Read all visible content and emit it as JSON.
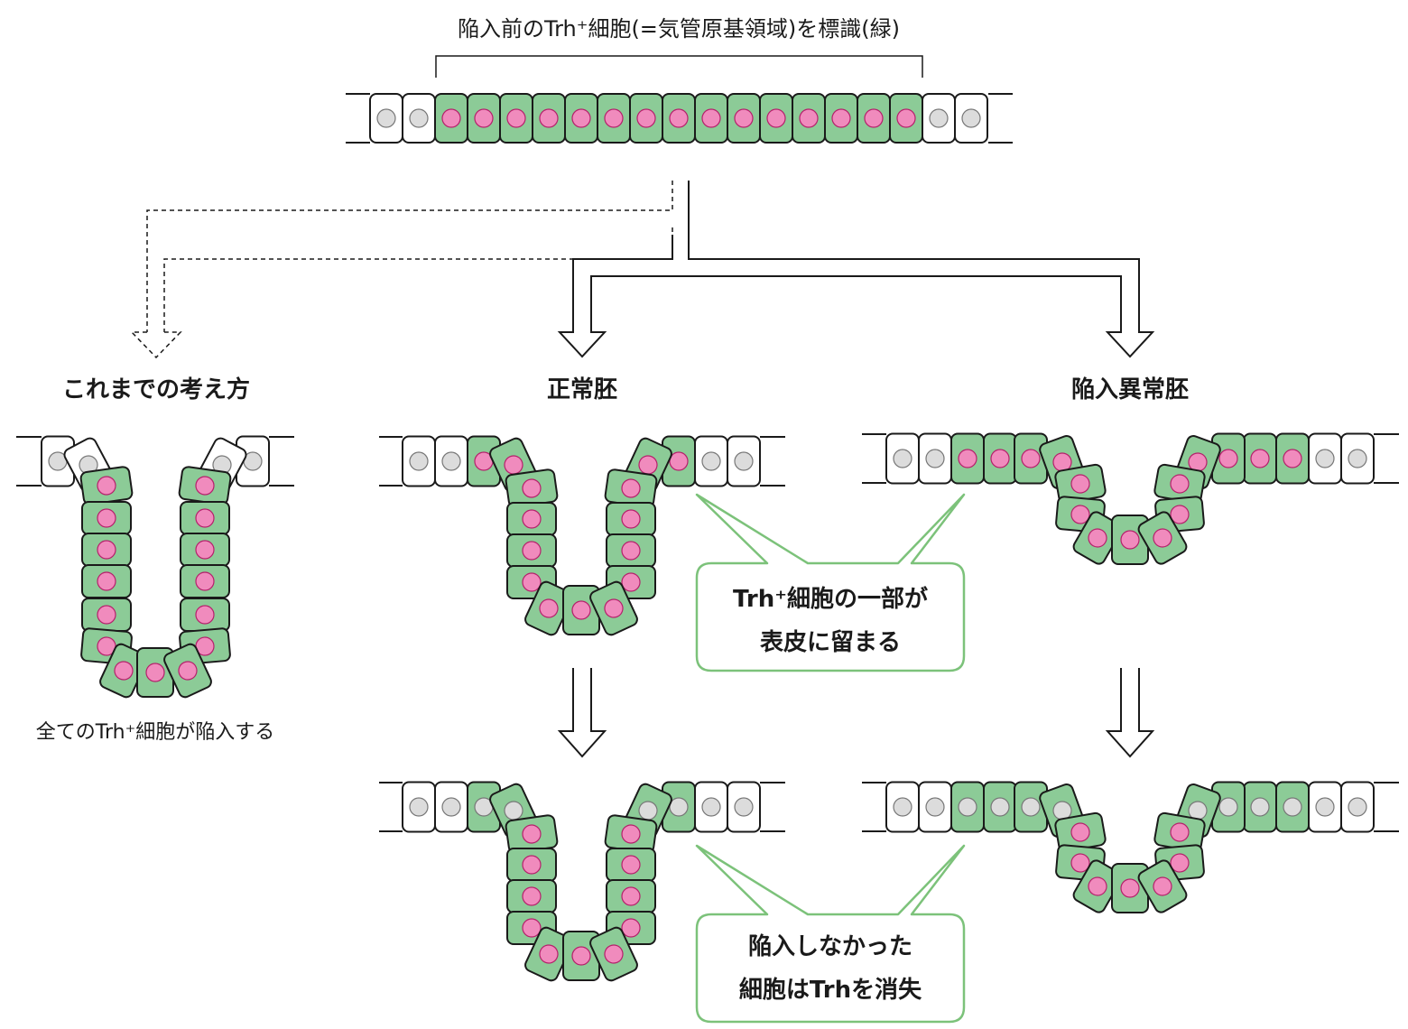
{
  "top_label": "陥入前のTrh⁺細胞(=気管原基領域)を標識(緑)",
  "columns": {
    "previous_view": "これまでの考え方",
    "normal_embryo": "正常胚",
    "abnormal_embryo": "陥入異常胚"
  },
  "previous_caption": "全てのTrh⁺細胞が陥入する",
  "callout_1": [
    "Trh⁺細胞の一部が",
    "表皮に留まる"
  ],
  "callout_2": [
    "陥入しなかった",
    "細胞はTrhを消失"
  ],
  "colors": {
    "labeled_cell": "#8ccb97",
    "unlabeled_cell": "#ffffff",
    "trh_nucleus": "#f08bbd",
    "gray_nucleus": "#dcdcdc",
    "callout_border": "#7cc27a"
  }
}
